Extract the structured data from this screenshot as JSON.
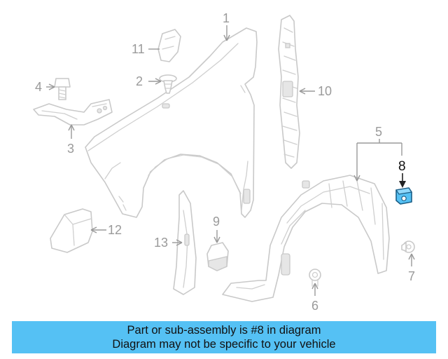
{
  "callouts": {
    "c1": "1",
    "c2": "2",
    "c3": "3",
    "c4": "4",
    "c5": "5",
    "c6": "6",
    "c7": "7",
    "c8": "8",
    "c9": "9",
    "c10": "10",
    "c11": "11",
    "c12": "12",
    "c13": "13"
  },
  "highlighted_part": "8",
  "colors": {
    "highlight": "#55c1f4",
    "line_art": "#c9c9c9",
    "callout_text": "#9a9a9a",
    "banner_background": "#55c1f4"
  },
  "banner": {
    "line1": "Part or sub-assembly is #8 in diagram",
    "line2": "Diagram may not be specific to your vehicle"
  }
}
